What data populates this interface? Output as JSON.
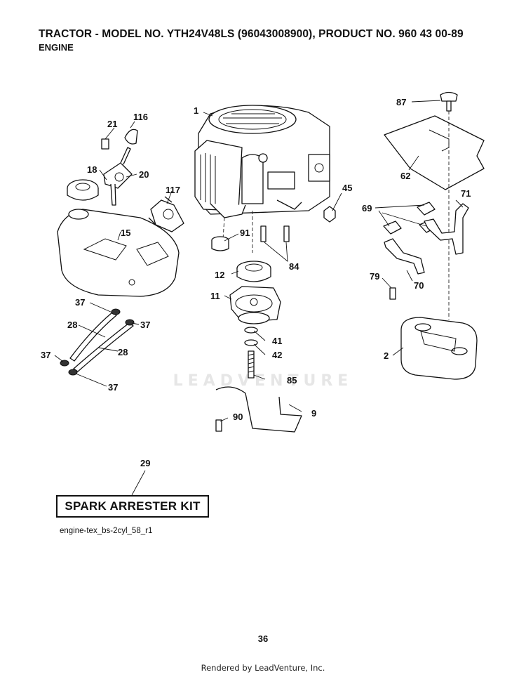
{
  "header": {
    "title": "TRACTOR - MODEL NO. YTH24V48LS (96043008900), PRODUCT NO. 960 43 00-89",
    "subtitle": "ENGINE"
  },
  "callouts": [
    {
      "id": "1",
      "label": "1"
    },
    {
      "id": "2",
      "label": "2"
    },
    {
      "id": "9",
      "label": "9"
    },
    {
      "id": "11",
      "label": "11"
    },
    {
      "id": "12",
      "label": "12"
    },
    {
      "id": "15",
      "label": "15"
    },
    {
      "id": "18",
      "label": "18"
    },
    {
      "id": "20",
      "label": "20"
    },
    {
      "id": "21",
      "label": "21"
    },
    {
      "id": "28a",
      "label": "28"
    },
    {
      "id": "28b",
      "label": "28"
    },
    {
      "id": "29",
      "label": "29"
    },
    {
      "id": "37a",
      "label": "37"
    },
    {
      "id": "37b",
      "label": "37"
    },
    {
      "id": "37c",
      "label": "37"
    },
    {
      "id": "37d",
      "label": "37"
    },
    {
      "id": "41",
      "label": "41"
    },
    {
      "id": "42",
      "label": "42"
    },
    {
      "id": "45",
      "label": "45"
    },
    {
      "id": "62",
      "label": "62"
    },
    {
      "id": "69",
      "label": "69"
    },
    {
      "id": "70",
      "label": "70"
    },
    {
      "id": "71",
      "label": "71"
    },
    {
      "id": "79",
      "label": "79"
    },
    {
      "id": "84",
      "label": "84"
    },
    {
      "id": "85",
      "label": "85"
    },
    {
      "id": "87",
      "label": "87"
    },
    {
      "id": "90",
      "label": "90"
    },
    {
      "id": "91",
      "label": "91"
    },
    {
      "id": "116",
      "label": "116"
    },
    {
      "id": "117",
      "label": "117"
    }
  ],
  "watermark": "LEADVENTURE",
  "kit_label": "SPARK ARRESTER KIT",
  "diagram_filename": "engine-tex_bs-2cyl_58_r1",
  "page_number": "36",
  "footer": "Rendered by LeadVenture, Inc."
}
